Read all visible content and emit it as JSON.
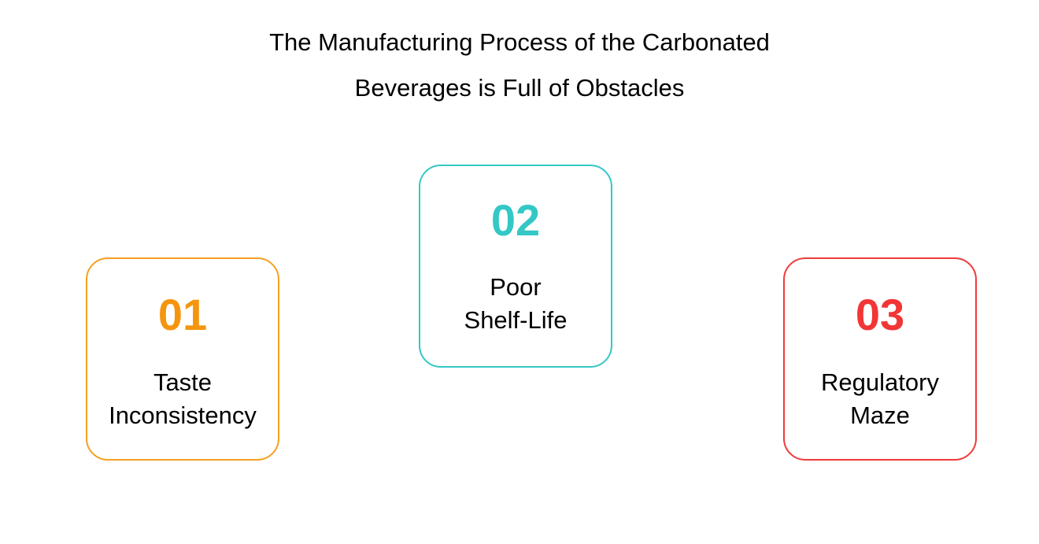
{
  "title": {
    "line1": "The Manufacturing Process of the Carbonated",
    "line2": "Beverages is Full of Obstacles"
  },
  "cards": [
    {
      "number": "01",
      "line1": "Taste",
      "line2": "Inconsistency",
      "color": "#f5950f"
    },
    {
      "number": "02",
      "line1": "Poor",
      "line2": "Shelf-Life",
      "color": "#33c8c6"
    },
    {
      "number": "03",
      "line1": "Regulatory",
      "line2": "Maze",
      "color": "#f23535"
    }
  ]
}
